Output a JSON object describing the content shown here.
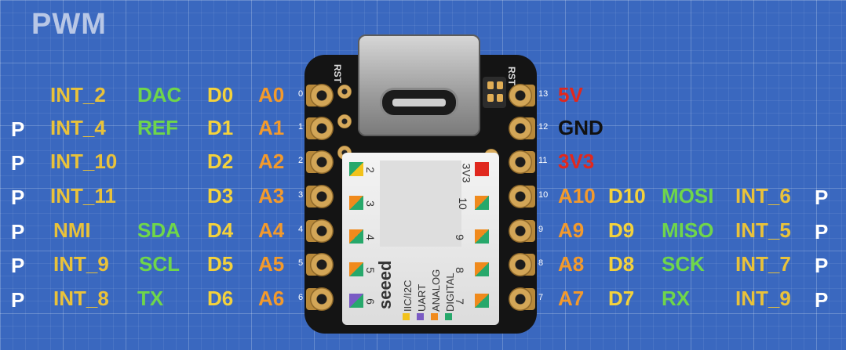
{
  "title": "PWM",
  "left_rows": [
    {
      "pin": "0",
      "p": "",
      "int": "INT_2",
      "alt": "DAC",
      "digital": "D0",
      "analog": "A0"
    },
    {
      "pin": "1",
      "p": "P",
      "int": "INT_4",
      "alt": "REF",
      "digital": "D1",
      "analog": "A1"
    },
    {
      "pin": "2",
      "p": "P",
      "int": "INT_10",
      "alt": "",
      "digital": "D2",
      "analog": "A2"
    },
    {
      "pin": "3",
      "p": "P",
      "int": "INT_11",
      "alt": "",
      "digital": "D3",
      "analog": "A3"
    },
    {
      "pin": "4",
      "p": "P",
      "int": "NMI",
      "alt": "SDA",
      "digital": "D4",
      "analog": "A4"
    },
    {
      "pin": "5",
      "p": "P",
      "int": "INT_9",
      "alt": "SCL",
      "digital": "D5",
      "analog": "A5"
    },
    {
      "pin": "6",
      "p": "P",
      "int": "INT_8",
      "alt": "TX",
      "digital": "D6",
      "analog": "A6"
    }
  ],
  "right_power": [
    {
      "pin": "13",
      "label": "5V"
    },
    {
      "pin": "12",
      "label": "GND"
    },
    {
      "pin": "11",
      "label": "3V3"
    }
  ],
  "right_rows": [
    {
      "pin": "10",
      "analog": "A10",
      "digital": "D10",
      "alt": "MOSI",
      "int": "INT_6",
      "p": "P"
    },
    {
      "pin": "9",
      "analog": "A9",
      "digital": "D9",
      "alt": "MISO",
      "int": "INT_5",
      "p": "P"
    },
    {
      "pin": "8",
      "analog": "A8",
      "digital": "D8",
      "alt": "SCK",
      "int": "INT_7",
      "p": "P"
    },
    {
      "pin": "7",
      "analog": "A7",
      "digital": "D7",
      "alt": "RX",
      "int": "INT_9",
      "p": "P"
    }
  ],
  "board": {
    "rst_label": "RST",
    "brand": "seeed",
    "shield_left_labels": [
      "2",
      "3",
      "4",
      "5",
      "6"
    ],
    "shield_right_labels": [
      "3V3",
      "10",
      "9",
      "8",
      "7"
    ],
    "legend": [
      {
        "label": "IIC/I2C",
        "color": "#f2c21b"
      },
      {
        "label": "UART",
        "color": "#7a5bc4"
      },
      {
        "label": "ANALOG",
        "color": "#f08a1c"
      },
      {
        "label": "DIGITAL",
        "color": "#27a86b"
      }
    ]
  },
  "colors": {
    "background": "#3a68bf",
    "int": "#e9c23a",
    "function": "#6fd64a",
    "digital": "#f4d23b",
    "analog": "#f39a2c",
    "power_red": "#e0281e",
    "gnd": "#111111"
  }
}
